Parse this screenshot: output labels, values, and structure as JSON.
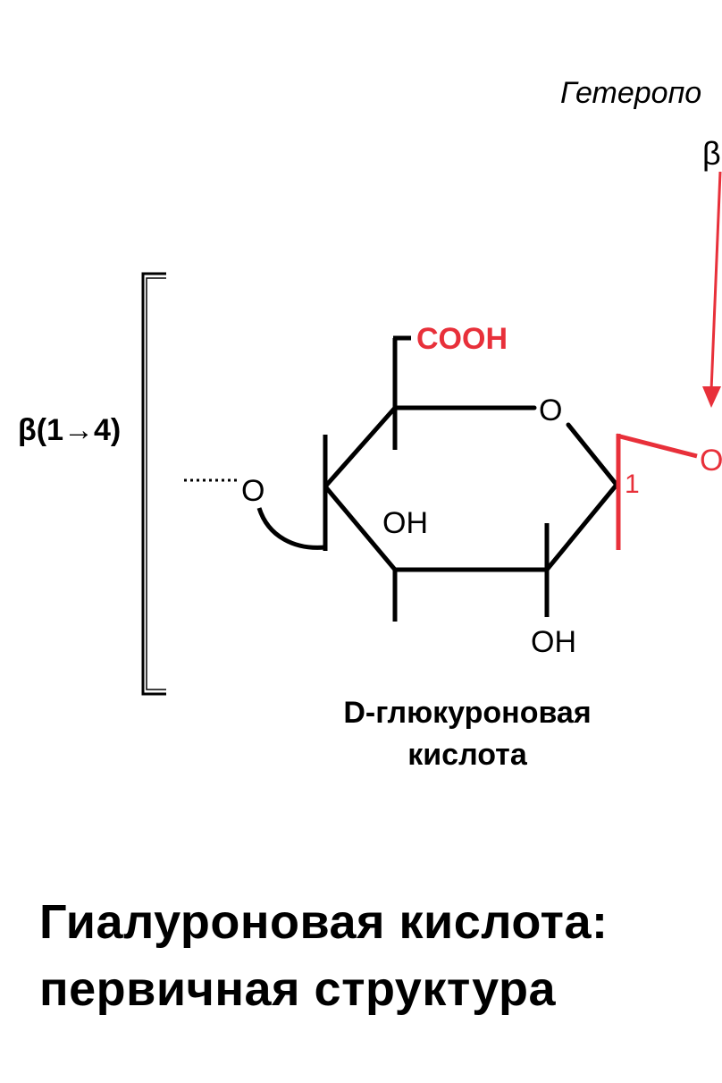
{
  "header_text": "Гетеропо",
  "linkage_top_fragment": "β",
  "linkage_left": "β(1→4)",
  "cooh": "COOH",
  "ring_oxygen": "O",
  "bridge_oxygen_left": "O",
  "bridge_oxygen_right_fragment": "O",
  "carbon_number": "1",
  "oh_ring": "OH",
  "oh_bottom": "OH",
  "monomer_name": {
    "line1": "D-глюкуроновая",
    "line2": "кислота"
  },
  "title": {
    "line1": "Гиалуроновая кислота:",
    "line2": "первичная структура"
  },
  "colors": {
    "accent_red": "#e8303a",
    "ink": "#000000"
  }
}
